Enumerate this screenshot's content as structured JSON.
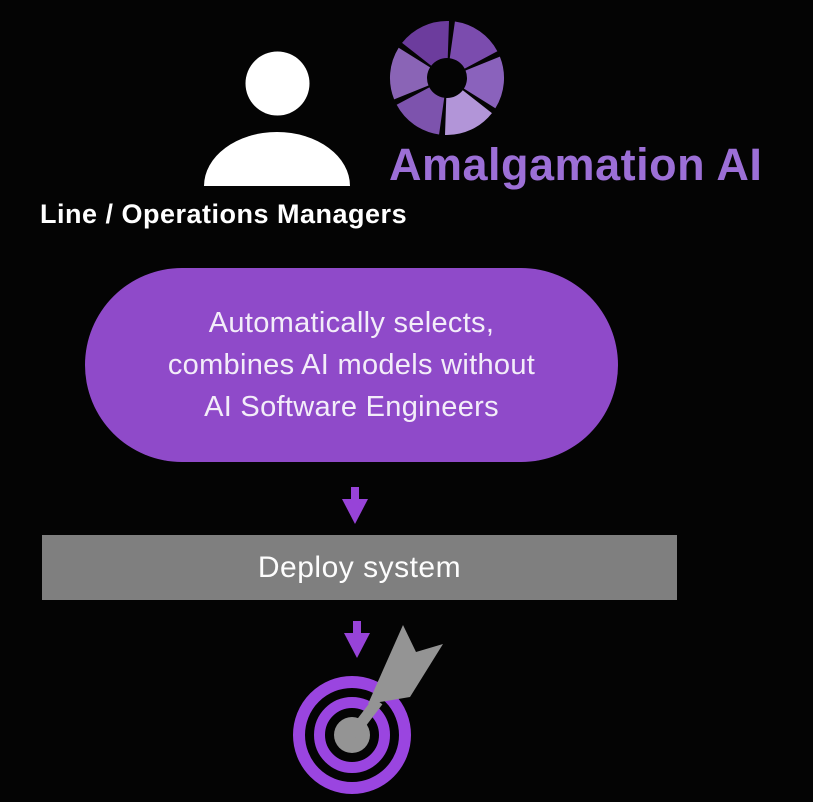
{
  "persona": {
    "label": "Line / Operations Managers"
  },
  "brand": {
    "name": "Amalgamation AI",
    "text_color": "#9c6fd6",
    "logo_icon": "pinwheel-logo-icon",
    "logo_wedge_colors": [
      "#6c3c9d",
      "#7b4cae",
      "#8a62bc",
      "#b295d8",
      "#7d53ad",
      "#8a64b6"
    ]
  },
  "icons": {
    "user": "person-icon",
    "flow_arrow": "down-arrow-icon",
    "goal": "target-dart-icon"
  },
  "bubble": {
    "lines": [
      "Automatically selects,",
      "combines AI models without",
      "AI Software Engineers"
    ],
    "bg_color": "#8f4ac9",
    "text_color": "#f3edf9"
  },
  "deploy": {
    "label": "Deploy system",
    "bg_color": "#7f7f7f",
    "text_color": "#fdfdfd"
  },
  "colors": {
    "background": "#040404",
    "arrow_purple": "#9743d8",
    "target_ring_purple": "#9a45e0",
    "dart_gray": "#949494",
    "person_white": "#ffffff"
  }
}
